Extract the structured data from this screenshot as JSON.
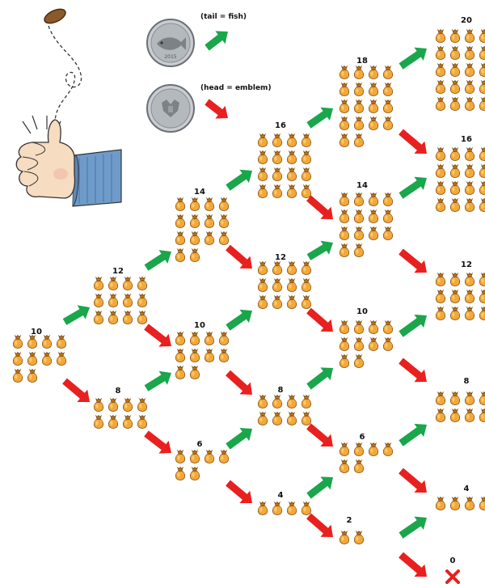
{
  "legend": {
    "tail": {
      "label": "(tail = fish)",
      "coin_icon": "fish-coin-icon",
      "arrow_icon": "green-up-arrow-icon",
      "arrow_color": "#1aa64b"
    },
    "head": {
      "label": "(head = emblem)",
      "coin_icon": "emblem-coin-icon",
      "arrow_icon": "red-down-arrow-icon",
      "arrow_color": "#e8201f"
    }
  },
  "illustration": {
    "icon": "thumb-flipping-coin-icon"
  },
  "bag_icon": "money-bag-icon",
  "nodes": [
    {
      "id": "n0",
      "value": "10",
      "bags": 10
    },
    {
      "id": "n1a",
      "value": "12",
      "bags": 12
    },
    {
      "id": "n1b",
      "value": "8",
      "bags": 8
    },
    {
      "id": "n2a",
      "value": "14",
      "bags": 14
    },
    {
      "id": "n2b",
      "value": "10",
      "bags": 10
    },
    {
      "id": "n2c",
      "value": "6",
      "bags": 6
    },
    {
      "id": "n3a",
      "value": "16",
      "bags": 16
    },
    {
      "id": "n3b",
      "value": "12",
      "bags": 12
    },
    {
      "id": "n3c",
      "value": "8",
      "bags": 8
    },
    {
      "id": "n3d",
      "value": "4",
      "bags": 4
    },
    {
      "id": "n4a",
      "value": "18",
      "bags": 18
    },
    {
      "id": "n4b",
      "value": "14",
      "bags": 14
    },
    {
      "id": "n4c",
      "value": "10",
      "bags": 10
    },
    {
      "id": "n4d",
      "value": "6",
      "bags": 6
    },
    {
      "id": "n4e",
      "value": "2",
      "bags": 2
    },
    {
      "id": "n5a",
      "value": "20",
      "bags": 20
    },
    {
      "id": "n5b",
      "value": "16",
      "bags": 16
    },
    {
      "id": "n5c",
      "value": "12",
      "bags": 12
    },
    {
      "id": "n5d",
      "value": "8",
      "bags": 8
    },
    {
      "id": "n5e",
      "value": "4",
      "bags": 4
    },
    {
      "id": "n5f",
      "value": "0",
      "bags": 0,
      "icon": "red-x-icon"
    }
  ]
}
